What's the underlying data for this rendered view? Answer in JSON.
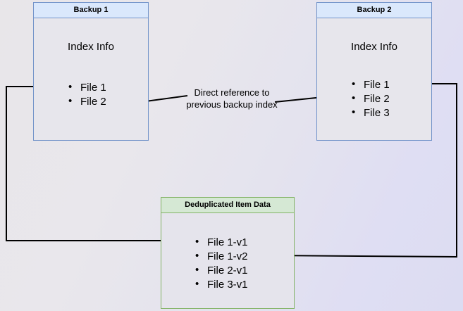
{
  "diagram": {
    "title_hidden": "Backup deduplication reference diagram",
    "background": {
      "gradient_from": "#e8e6e9",
      "gradient_to": "#dcdcf2"
    },
    "colors": {
      "blue_border": "#7293c9",
      "blue_header_fill": "#dae8fc",
      "green_border": "#83b366",
      "green_header_fill": "#d5e8d4",
      "body_fill": "#e7e6ec",
      "edge_stroke": "#000000"
    },
    "nodes": [
      {
        "id": "backup1",
        "header": "Backup 1",
        "section_title": "Index Info",
        "items": [
          "File 1",
          "File 2"
        ]
      },
      {
        "id": "backup2",
        "header": "Backup 2",
        "section_title": "Index Info",
        "items": [
          "File 1",
          "File 2",
          "File 3"
        ]
      },
      {
        "id": "dedup",
        "header": "Deduplicated Item Data",
        "items": [
          "File 1-v1",
          "File 1-v2",
          "File 2-v1",
          "File 3-v1"
        ]
      }
    ],
    "edges": [
      {
        "id": "direct-reference",
        "label": "Direct reference to\nprevious backup index",
        "from": "backup2.File 2",
        "to": "backup1.File 2",
        "arrow": "to"
      },
      {
        "id": "backup1-file1-to-dedup",
        "from": "backup1.File 1",
        "to": "dedup.File 1-v1",
        "arrow": "to"
      },
      {
        "id": "backup2-file1-to-dedup",
        "from": "backup2.File 1",
        "to": "dedup.File 1-v2",
        "arrow": "to"
      }
    ]
  }
}
